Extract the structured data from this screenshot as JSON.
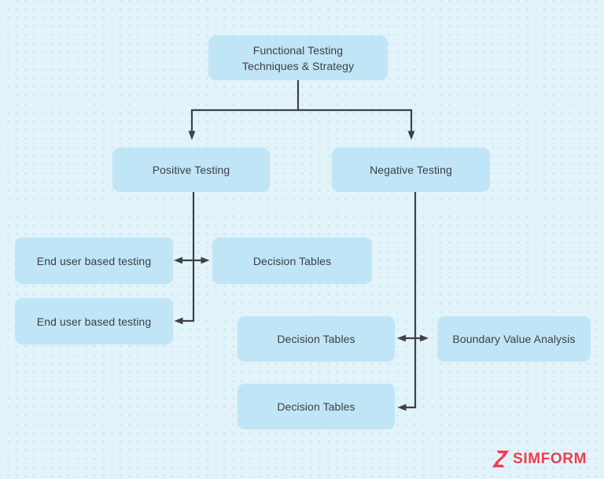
{
  "diagram": {
    "root": {
      "line1": "Functional Testing",
      "line2": "Techniques & Strategy"
    },
    "branches": {
      "positive": {
        "label": "Positive Testing"
      },
      "negative": {
        "label": "Negative Testing"
      }
    },
    "positive_children": [
      {
        "label": "End user based testing"
      },
      {
        "label": "Decision Tables"
      },
      {
        "label": "End user based testing"
      }
    ],
    "negative_children": [
      {
        "label": "Decision Tables"
      },
      {
        "label": "Boundary Value Analysis"
      },
      {
        "label": "Decision Tables"
      }
    ]
  },
  "branding": {
    "logo_text": "SIMFORM",
    "logo_icon": "simform-s-icon",
    "logo_color": "#ee3d4f"
  },
  "colors": {
    "background": "#e2f3fa",
    "dot_grid": "#c6e6f4",
    "node_fill": "#c0e5f7",
    "node_text": "#3c4042",
    "connector": "#3e4244"
  }
}
